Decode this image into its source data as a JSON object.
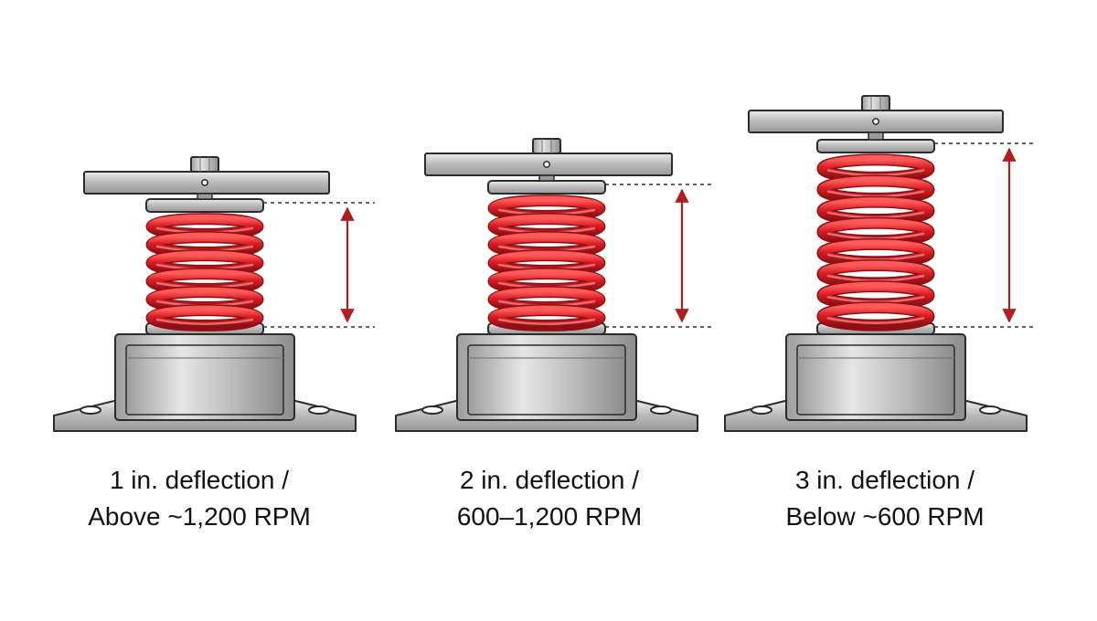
{
  "colors": {
    "spring": "#d81e22",
    "spring_dark": "#8e1014",
    "metal_light": "#d9d9d9",
    "metal_mid": "#b8b8b8",
    "metal_dark": "#8a8a8a",
    "outline": "#2b2b2b",
    "arrow": "#b01e22"
  },
  "isolators": [
    {
      "deflection_label": "1 in. deflection /",
      "rpm_label": "Above ~1,200 RPM",
      "deflection_in": 1,
      "coils": 6
    },
    {
      "deflection_label": "2 in. deflection /",
      "rpm_label": "600–1,200 RPM",
      "deflection_in": 2,
      "coils": 7
    },
    {
      "deflection_label": "3 in. deflection /",
      "rpm_label": "Below ~600 RPM",
      "deflection_in": 3,
      "coils": 8
    }
  ]
}
